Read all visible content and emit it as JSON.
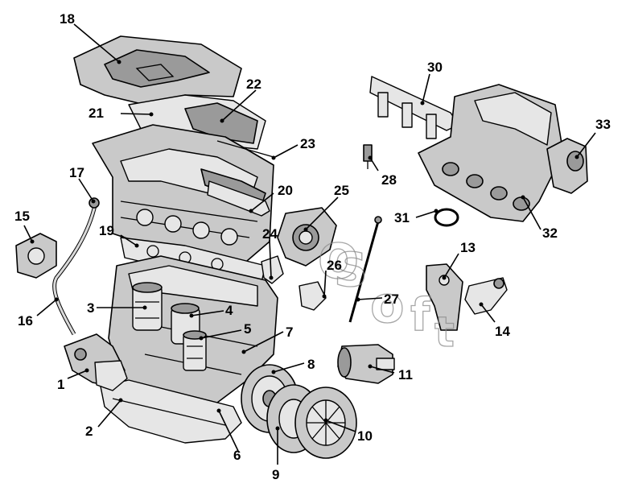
{
  "callouts": {
    "c1": "1",
    "c2": "2",
    "c3": "3",
    "c4": "4",
    "c5": "5",
    "c6": "6",
    "c7": "7",
    "c8": "8",
    "c9": "9",
    "c10": "10",
    "c11": "11",
    "c13": "13",
    "c14": "14",
    "c15": "15",
    "c16": "16",
    "c17": "17",
    "c18": "18",
    "c19": "19",
    "c20": "20",
    "c21": "21",
    "c22": "22",
    "c23": "23",
    "c24": "24",
    "c25": "25",
    "c26": "26",
    "c27": "27",
    "c28": "28",
    "c30": "30",
    "c31": "31",
    "c32": "32",
    "c33": "33"
  },
  "watermark": {
    "letters": [
      "O",
      "S",
      "o",
      "f",
      "t"
    ]
  },
  "colors": {
    "line": "#000000",
    "part_fill": "#c9c9c9",
    "part_dark": "#9a9a9a",
    "watermark": "#8a8a8a"
  }
}
